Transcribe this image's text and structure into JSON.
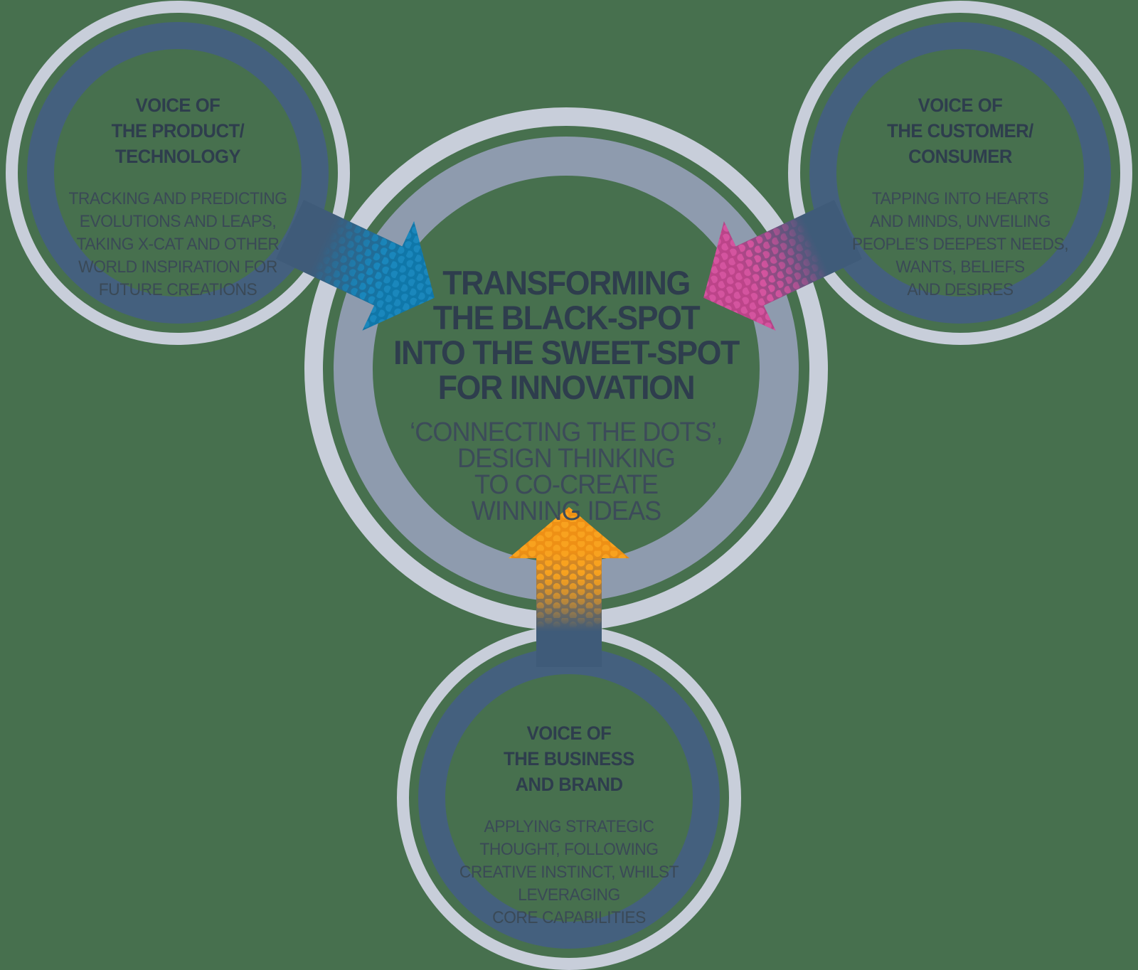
{
  "title": "Transforming the black-spot into the sweet-spot for innovation",
  "colors": {
    "background": "#47704E",
    "ring_light": "#C8CEDA",
    "ring_navy": "#44607E",
    "ring_slate": "#8E9BAE",
    "heading_text": "#2E3D4D",
    "body_text": "#3A4956",
    "arrow_navy": "#3F5B79",
    "arrow_blue": "#1A87BC",
    "arrow_blue_deep": "#0F77A9",
    "arrow_pink": "#D4549F",
    "arrow_pink_deep": "#BC4489",
    "arrow_orange": "#F8A21F",
    "arrow_orange_deep": "#EE9015"
  },
  "center": {
    "heading": "TRANSFORMING\nTHE BLACK-SPOT\nINTO THE SWEET-SPOT\nFOR INNOVATION",
    "subheading": "‘CONNECTING THE DOTS’,\nDESIGN THINKING\nTO CO-CREATE\nWINNING IDEAS"
  },
  "nodes": [
    {
      "id": "product",
      "heading": "VOICE OF\nTHE PRODUCT/\nTECHNOLOGY",
      "body": "TRACKING AND PREDICTING\nEVOLUTIONS AND LEAPS,\nTAKING X-CAT AND OTHER\nWORLD INSPIRATION FOR\nFUTURE CREATIONS",
      "arrow_color_name": "blue"
    },
    {
      "id": "customer",
      "heading": "VOICE OF\nTHE CUSTOMER/\nCONSUMER",
      "body": "TAPPING INTO HEARTS\nAND MINDS, UNVEILING\nPEOPLE’S DEEPEST NEEDS,\nWANTS, BELIEFS\nAND DESIRES",
      "arrow_color_name": "pink"
    },
    {
      "id": "business",
      "heading": "VOICE OF\nTHE BUSINESS\nAND BRAND",
      "body": "APPLYING STRATEGIC\nTHOUGHT, FOLLOWING\nCREATIVE INSTINCT, WHILST\nLEVERAGING\nCORE CAPABILITIES",
      "arrow_color_name": "orange"
    }
  ]
}
